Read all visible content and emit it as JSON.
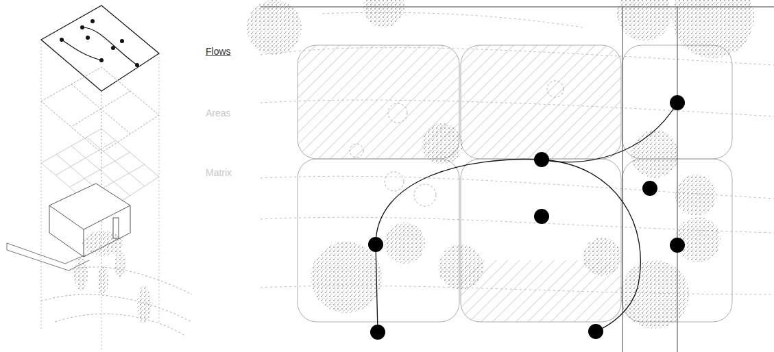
{
  "diagram": {
    "labels": [
      "Flows",
      "Areas",
      "Matrix"
    ]
  }
}
